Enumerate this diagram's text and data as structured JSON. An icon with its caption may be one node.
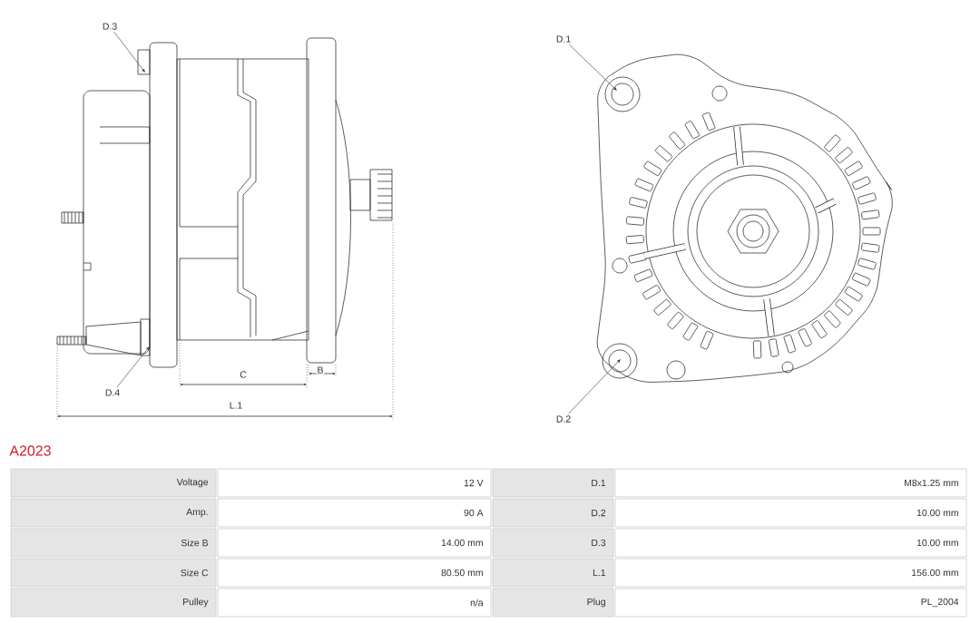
{
  "diagram": {
    "title": "A2023",
    "nodes": [
      {
        "text": [
          "D.3"
        ]
      },
      {
        "text": [
          "D.4"
        ]
      },
      {
        "text": [
          "D.1"
        ]
      },
      {
        "text": [
          "D.2"
        ]
      }
    ],
    "edges": [
      {
        "from": 0,
        "to": null,
        "arrow": "to"
      },
      {
        "from": 1,
        "to": null,
        "arrow": "to"
      },
      {
        "from": 2,
        "to": null,
        "arrow": "to"
      },
      {
        "from": 3,
        "to": null,
        "arrow": "to"
      }
    ],
    "labels": [
      "C",
      "B",
      "L.1",
      "Voltage",
      "12 V",
      "D.1",
      "M8x1.25 mm",
      "Amp.",
      "90 A",
      "D.2",
      "10.00 mm",
      "Size B",
      "14.00 mm",
      "D.3",
      "10.00 mm",
      "Size C",
      "80.50 mm",
      "L.1",
      "156.00 mm",
      "Pulley",
      "n/a",
      "Plug",
      "PL_2004"
    ]
  }
}
